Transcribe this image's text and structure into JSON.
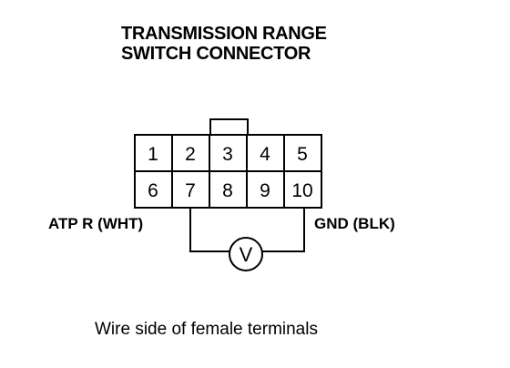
{
  "title": {
    "line1": "TRANSMISSION RANGE",
    "line2": "SWITCH CONNECTOR"
  },
  "connector": {
    "row1": [
      "1",
      "2",
      "3",
      "4",
      "5"
    ],
    "row2": [
      "6",
      "7",
      "8",
      "9",
      "10"
    ]
  },
  "labels": {
    "left_wire": "ATP R (WHT)",
    "right_wire": "GND (BLK)",
    "meter_symbol": "V"
  },
  "caption": "Wire side of female terminals",
  "colors": {
    "ink": "#000000",
    "background": "#ffffff"
  }
}
